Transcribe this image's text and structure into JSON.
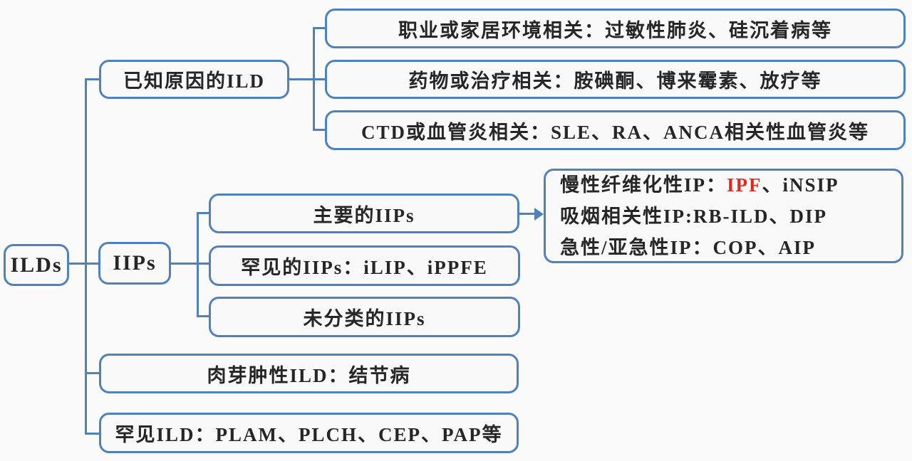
{
  "diagram": {
    "root": {
      "label": "ILDs"
    },
    "level1": {
      "known_cause": {
        "label": "已知原因的ILD"
      },
      "iips": {
        "label": "IIPs"
      },
      "granulomatous": {
        "label": "肉芽肿性ILD：结节病"
      },
      "rare_ild": {
        "label": "罕见ILD：PLAM、PLCH、CEP、PAP等"
      }
    },
    "known_cause_children": [
      {
        "label": "职业或家居环境相关：过敏性肺炎、硅沉着病等"
      },
      {
        "label": "药物或治疗相关：胺碘酮、博来霉素、放疗等"
      },
      {
        "label": "CTD或血管炎相关：SLE、RA、ANCA相关性血管炎等"
      }
    ],
    "iips_children": [
      {
        "label": "主要的IIPs"
      },
      {
        "label": "罕见的IIPs：iLIP、iPPFE"
      },
      {
        "label": "未分类的IIPs"
      }
    ],
    "major_iips_detail": {
      "line1_prefix": "慢性纤维化性IP：",
      "line1_highlight": "IPF",
      "line1_suffix": "、iNSIP",
      "line2": "吸烟相关性IP:RB-ILD、DIP",
      "line3": "急性/亚急性IP：COP、AIP"
    },
    "colors": {
      "box_border": "#4f81bd",
      "text": "#262626",
      "highlight": "#e02a20",
      "background": "#fbfbfb"
    }
  }
}
